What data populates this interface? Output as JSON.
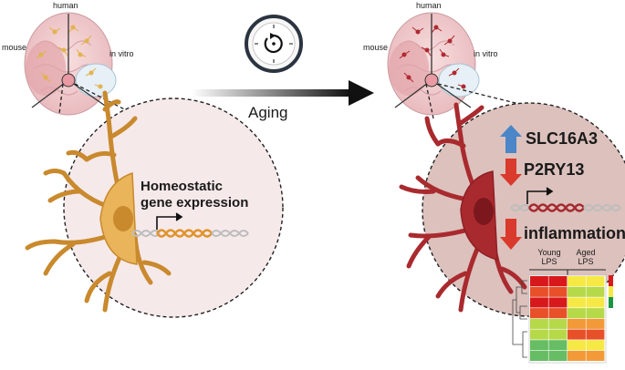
{
  "left_panel": {
    "brain_labels": {
      "top": "human",
      "left": "mouse",
      "right": "in vitro"
    },
    "gene_label_line1": "Homeostatic",
    "gene_label_line2": "gene expression"
  },
  "center": {
    "arrow_label": "Aging",
    "icon": "clock-icon"
  },
  "right_panel": {
    "brain_labels": {
      "top": "human",
      "left": "mouse",
      "right": "in vitro"
    },
    "markers": [
      {
        "label": "SLC16A3",
        "direction": "up",
        "color": "#4a86c8"
      },
      {
        "label": "P2RY13",
        "direction": "down",
        "color": "#d93a2b"
      },
      {
        "label": "inflammation",
        "direction": "down",
        "color": "#d93a2b"
      }
    ],
    "heatmap": {
      "headers": [
        "Young\nLPS",
        "Aged\nLPS"
      ],
      "young_header": "Young",
      "young_sub": "LPS",
      "aged_header": "Aged",
      "aged_sub": "LPS"
    }
  },
  "colors": {
    "healthy_cell": "#e9b45a",
    "aged_cell": "#a92a2e",
    "up_arrow": "#4a86c8",
    "down_arrow": "#d93a2b"
  }
}
